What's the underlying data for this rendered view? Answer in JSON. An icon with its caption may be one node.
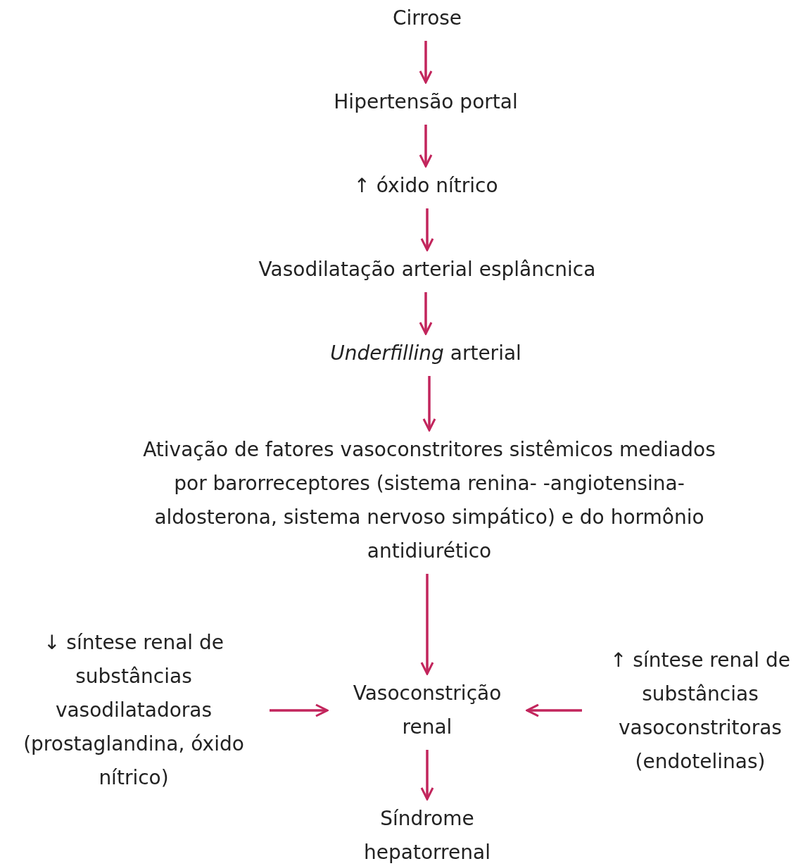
{
  "diagram": {
    "nodes": [
      {
        "text": [
          "Cirrose"
        ]
      },
      {
        "text": [
          "Hipertensão portal"
        ]
      },
      {
        "text": [
          "↑ óxido nítrico"
        ]
      },
      {
        "text": [
          "Vasodilatação arterial esplâncnica"
        ]
      },
      {
        "text": [
          "*Underfilling* arterial"
        ]
      },
      {
        "text": [
          "Ativação de fatores vasoconstritores sistêmicos mediados por barorreceptores (sistema renina- -angiotensina-aldosterona, sistema nervoso simpático) e do hormônio antidiurético"
        ]
      },
      {
        "text": [
          "↓ síntese renal de substâncias vasodilatadoras (prostaglandina, óxido nítrico)"
        ]
      },
      {
        "text": [
          "Vasoconstrição renal"
        ]
      },
      {
        "text": [
          "↑ síntese renal de substâncias vasoconstritoras (endotelinas)"
        ]
      },
      {
        "text": [
          "Síndrome hepatorrenal"
        ]
      }
    ],
    "edges": [
      {
        "from": 0,
        "to": 1,
        "arrow": "to"
      },
      {
        "from": 1,
        "to": 2,
        "arrow": "to"
      },
      {
        "from": 2,
        "to": 3,
        "arrow": "to"
      },
      {
        "from": 3,
        "to": 4,
        "arrow": "to"
      },
      {
        "from": 4,
        "to": 5,
        "arrow": "to"
      },
      {
        "from": 5,
        "to": 7,
        "arrow": "to"
      },
      {
        "from": 6,
        "to": 7,
        "arrow": "to"
      },
      {
        "from": 8,
        "to": 7,
        "arrow": "to"
      },
      {
        "from": 7,
        "to": 9,
        "arrow": "to"
      }
    ]
  }
}
